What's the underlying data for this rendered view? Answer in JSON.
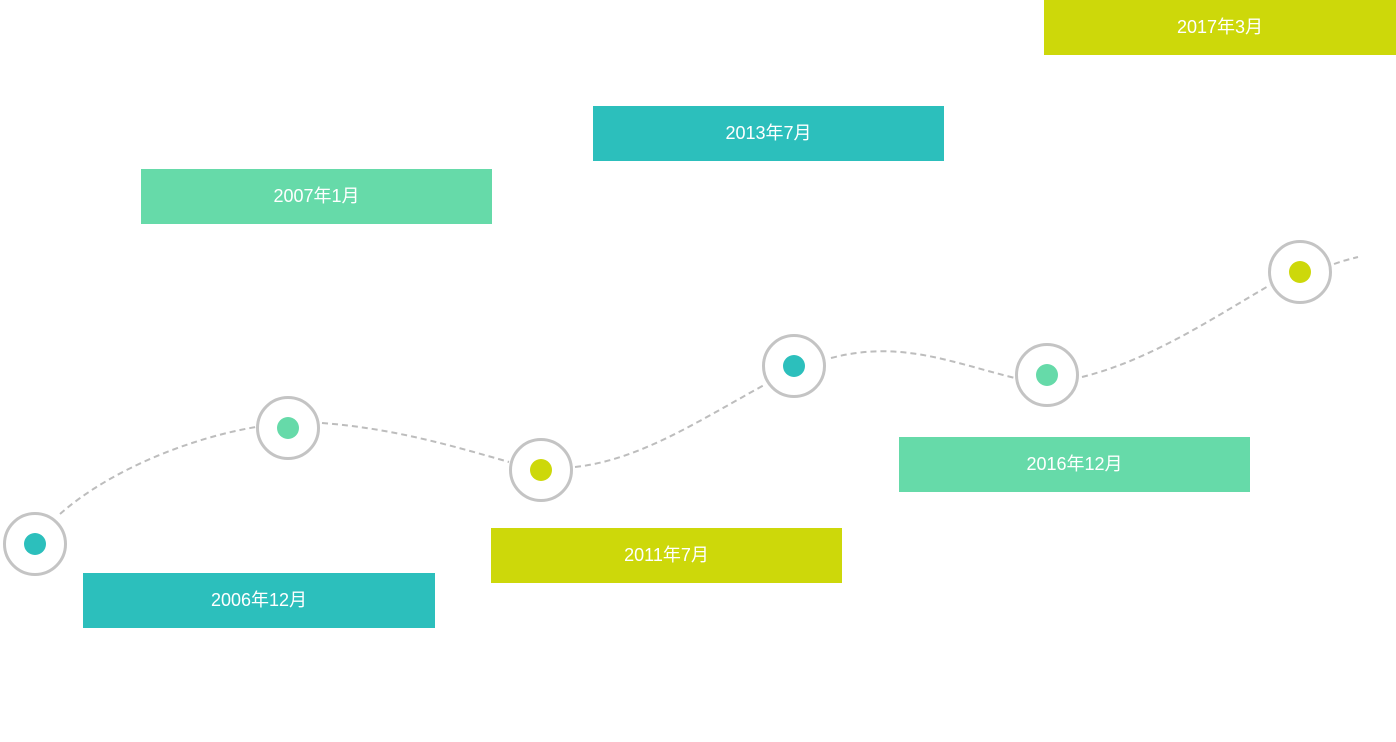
{
  "timeline": {
    "colors": {
      "teal": "#2cbfbc",
      "green": "#66daa9",
      "lime": "#cdd80a",
      "ring": "#c4c4c4",
      "line": "#bdbdbd"
    },
    "milestones": [
      {
        "date": "2006年12月",
        "color": "#2cbfbc"
      },
      {
        "date": "2007年1月",
        "color": "#66daa9"
      },
      {
        "date": "2011年7月",
        "color": "#cdd80a"
      },
      {
        "date": "2013年7月",
        "color": "#2cbfbc"
      },
      {
        "date": "2016年12月",
        "color": "#66daa9"
      },
      {
        "date": "2017年3月",
        "color": "#cdd80a"
      }
    ]
  }
}
